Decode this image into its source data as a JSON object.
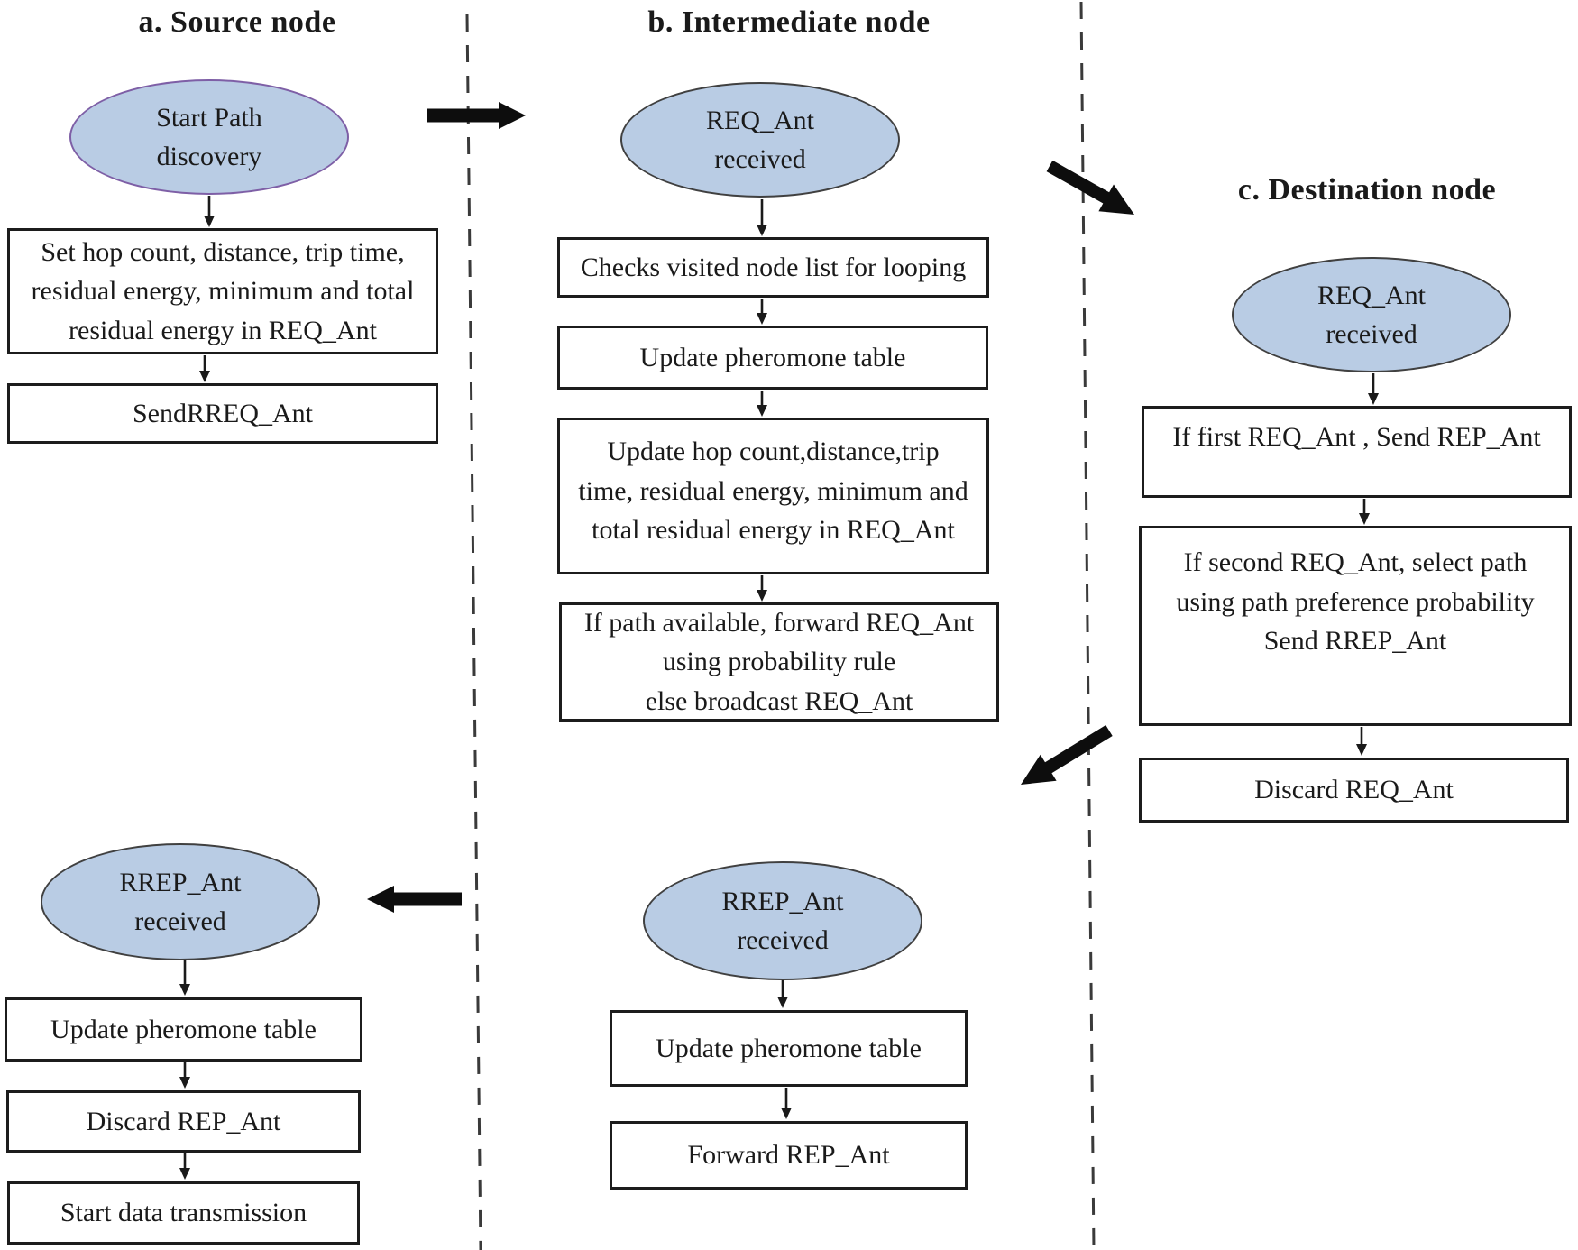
{
  "source": {
    "title": "a. Source node",
    "start": "Start Path\ndiscovery",
    "step1": "Set hop count, distance, trip time,\nresidual energy, minimum and total\nresidual energy in REQ_Ant",
    "step2": "SendRREQ_Ant",
    "rrep": "RREP_Ant\nreceived",
    "step3": "Update pheromone table",
    "step4": "Discard REP_Ant",
    "step5": "Start data transmission"
  },
  "intermediate": {
    "title": "b. Intermediate node",
    "req": "REQ_Ant\nreceived",
    "step1": "Checks visited node list for looping",
    "step2": "Update pheromone table",
    "step3": "Update hop count,distance,trip\ntime, residual energy, minimum and\ntotal residual energy in REQ_Ant",
    "step4": "If path available, forward REQ_Ant\nusing probability rule\nelse broadcast REQ_Ant",
    "rrep": "RREP_Ant\nreceived",
    "step5": "Update pheromone table",
    "step6": "Forward REP_Ant"
  },
  "destination": {
    "title": "c. Destination node",
    "req": "REQ_Ant\nreceived",
    "step1": "If first REQ_Ant , Send REP_Ant",
    "step2": "If second REQ_Ant, select path\nusing path preference probability\nSend RREP_Ant",
    "step3": "Discard REQ_Ant"
  },
  "colors": {
    "ellipse_fill": "#b9cce4",
    "ellipse_border": "#404040",
    "start_ellipse_border": "#7e5fa6",
    "box_border": "#1c1c1c"
  }
}
